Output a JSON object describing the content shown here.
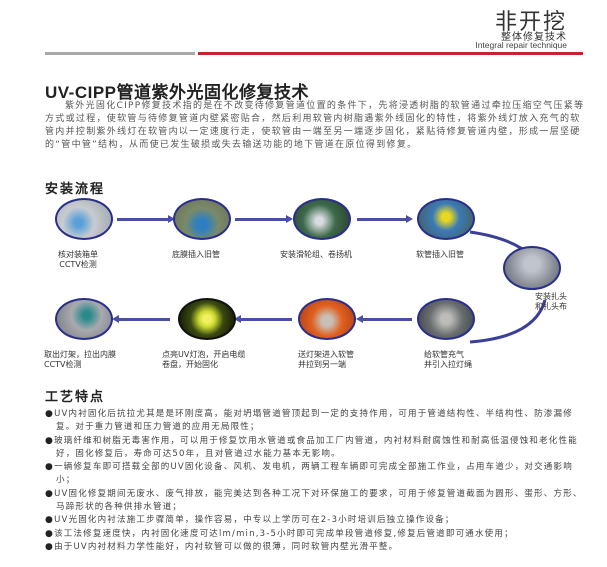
{
  "header": {
    "title": "非开挖",
    "subtitle": "整体修复技术",
    "subtitle_en": "Integral repair technique",
    "rule_colors": {
      "gray": "#a8a8a8",
      "red": "#c0272d"
    }
  },
  "main": {
    "title": "UV-CIPP管道紫外光固化修复技术",
    "intro": "紫外光固化CIPP修复技术指的是在不改变待修复管道位置的条件下，先将浸透树脂的软管通过牵拉压缩空气压紧等方式或过程，使软管与待修复管道内壁紧密贴合，然后利用软管内树脂遇紫外线固化的特性，将紫外线灯放入充气的软管内并控制紫外线灯在软管内以一定速度行走，使软管由一端至另一端逐步固化，紧贴待修复管道内壁，形成一层坚硬的“管中管”结构，从而使已发生破损或失去输送功能的地下管道在原位得到修复。"
  },
  "process": {
    "title": "安装流程",
    "accent_color": "#2a2f8c",
    "steps": [
      {
        "line1": "核对装箱单",
        "line2": "CCTV检测"
      },
      {
        "line1": "底膜插入旧管",
        "line2": ""
      },
      {
        "line1": "安装滑轮组、卷扬机",
        "line2": ""
      },
      {
        "line1": "软管插入旧管",
        "line2": ""
      },
      {
        "line1": "安装扎头",
        "line2": "和扎头布"
      },
      {
        "line1": "给软管充气",
        "line2": "并引入拉灯绳"
      },
      {
        "line1": "送灯架进入软管",
        "line2": "并拉到另一端"
      },
      {
        "line1": "点亮UV灯泡，开启电缆",
        "line2": "卷盘，开始固化"
      },
      {
        "line1": "取出灯架，拉出内膜",
        "line2": "CCTV检测"
      }
    ]
  },
  "features": {
    "title": "工艺特点",
    "bullet": "●",
    "items": [
      "UV内衬固化后抗拉尤其是是环刚度高，能对坍塌管道管顶起到一定的支持作用，可用于管道结构性、半结构性、防渗漏修复。对于重力管道和压力管道的应用无局限性；",
      "玻璃纤维和树脂无毒害作用，可以用于修复饮用水管道或食品加工厂内管道，内衬材料耐腐蚀性和耐高低温侵蚀和老化性能好，固化修复后，寿命可达50年，且对管道过水能力基本无影响。",
      "一辆修复车即可搭载全部的UV固化设备、风机、发电机，两辆工程车辆即可完成全部施工作业，占用车道少，对交通影响小；",
      "UV固化修复期间无废水、废气排放，能完美达到各种工况下对环保施工的要求，可用于修复管道截面为圆形、蛋形、方形、马蹄形状的各种供排水管道；",
      "UV光固化内衬法施工步骤简单，操作容易，中专以上学历可在2-3小时培训后独立操作设备；",
      "该工法修复速度快，内衬固化速度可达lm/min,3-5小时即可完成单段管道修复,修复后管道即可通水使用；",
      "由于UV内衬材料力学性能好，内衬软管可以做的很薄，同时软管内壁光滑平整。"
    ]
  }
}
